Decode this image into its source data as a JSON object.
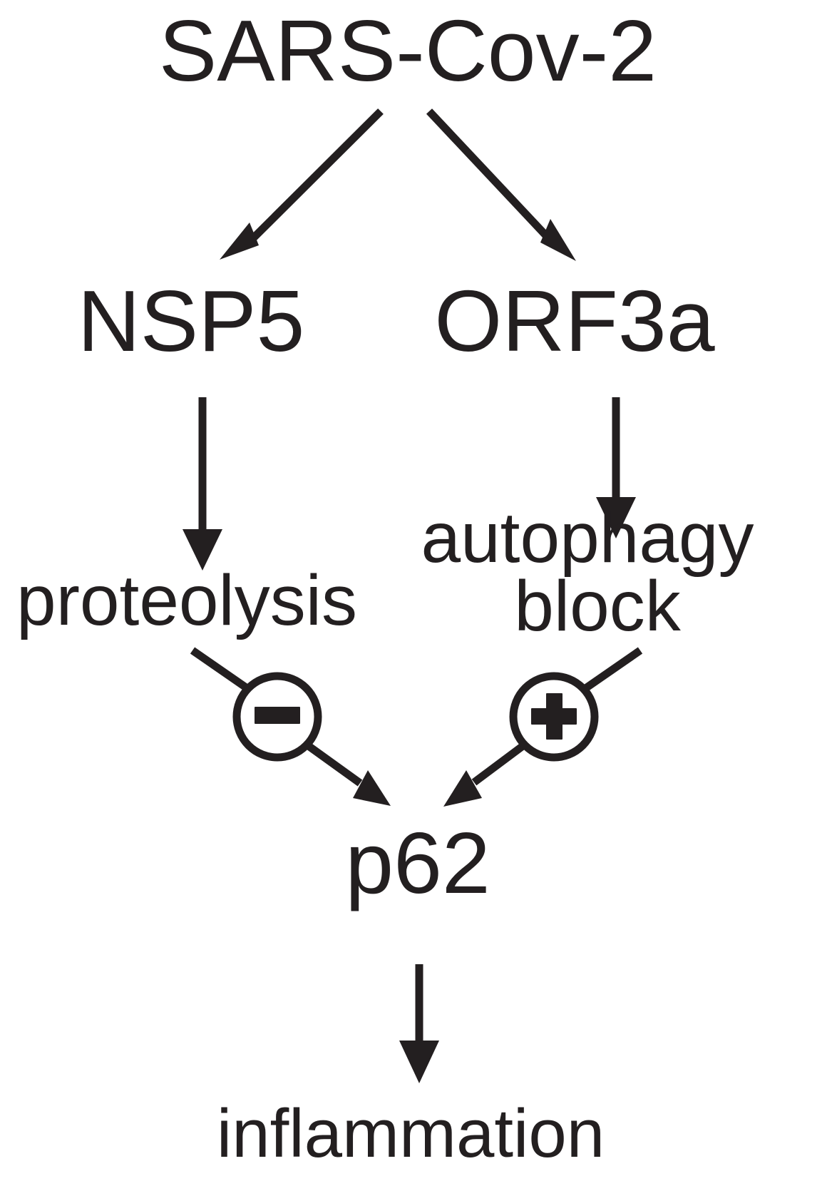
{
  "diagram": {
    "title": "SARS-Cov-2 p62 pathway",
    "background_color": "#ffffff",
    "ink_color": "#231f20",
    "nodes": {
      "virus": {
        "label": "SARS-Cov-2"
      },
      "nsp5": {
        "label": "NSP5"
      },
      "orf3a": {
        "label": "ORF3a"
      },
      "proteolysis": {
        "label": "proteolysis"
      },
      "autophagy_block_line1": {
        "label": "autophagy"
      },
      "autophagy_block_line2": {
        "label": "block"
      },
      "p62": {
        "label": "p62"
      },
      "inflammation": {
        "label": "inflammation"
      }
    },
    "signs": {
      "negative": {
        "symbol": "−",
        "name": "minus-sign",
        "meaning": "inhibition"
      },
      "positive": {
        "symbol": "+",
        "name": "plus-sign",
        "meaning": "activation"
      }
    },
    "edges": [
      {
        "from": "SARS-Cov-2",
        "to": "NSP5",
        "type": "arrow"
      },
      {
        "from": "SARS-Cov-2",
        "to": "ORF3a",
        "type": "arrow"
      },
      {
        "from": "NSP5",
        "to": "proteolysis",
        "type": "arrow"
      },
      {
        "from": "ORF3a",
        "to": "autophagy block",
        "type": "arrow"
      },
      {
        "from": "proteolysis",
        "to": "p62",
        "type": "arrow",
        "sign": "−"
      },
      {
        "from": "autophagy block",
        "to": "p62",
        "type": "arrow",
        "sign": "+"
      },
      {
        "from": "p62",
        "to": "inflammation",
        "type": "arrow"
      }
    ]
  }
}
